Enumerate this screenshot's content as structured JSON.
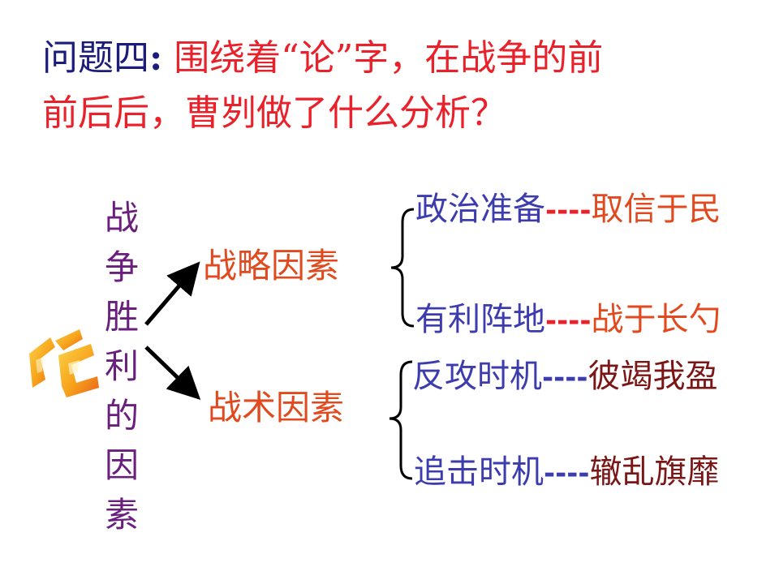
{
  "question": {
    "label": "问题四",
    "colon": ":",
    "line1": " 围绕着“论”字，在战争的前",
    "line2": "前后后，曹刿做了什么分析？"
  },
  "logo": {
    "glyph": "论",
    "icon": "lun-character-logo-icon",
    "colors": [
      "#f7a21b",
      "#e8621c",
      "#fbd34a"
    ]
  },
  "root": {
    "chars": [
      "战",
      "争",
      "胜",
      "利",
      "的",
      "因",
      "素"
    ]
  },
  "factors": [
    {
      "label": "战略因素",
      "items": [
        {
          "term": "政治准备",
          "sep": "----",
          "result": "取信于民"
        },
        {
          "term": "有利阵地",
          "sep": "----",
          "result": "战于长勺"
        }
      ]
    },
    {
      "label": "战术因素",
      "items": [
        {
          "term": "反攻时机",
          "sep": "----",
          "result": "彼竭我盈"
        },
        {
          "term": "追击时机",
          "sep": "----",
          "result": "辙乱旗靡"
        }
      ]
    }
  ],
  "colors": {
    "question_label": "#1c1c7a",
    "question_text": "#e8212a",
    "root_text": "#6b1f7d",
    "factor_text": "#e04a1e",
    "term_text": "#3c3cae",
    "result_orange": "#e04a1e",
    "result_darkred": "#7a1616"
  }
}
